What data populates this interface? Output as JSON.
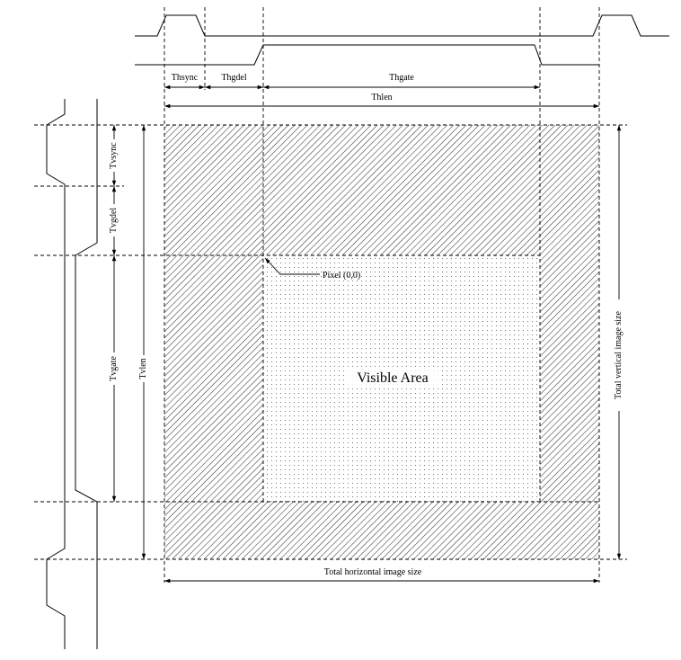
{
  "labels": {
    "thsync": "Thsync",
    "thgdel": "Thgdel",
    "thgate": "Thgate",
    "thlen": "Thlen",
    "tvsync": "Tvsync",
    "tvgdel": "Tvgdel",
    "tvgate": "Tvgate",
    "tvlen": "Tvlen",
    "pixel": "Pixel (0,0)",
    "visible": "Visible Area",
    "total_h": "Total horizontal image size",
    "total_v": "Total vertical image size"
  },
  "colors": {
    "ink": "#000000",
    "paper": "#ffffff",
    "dots": "#555555"
  }
}
